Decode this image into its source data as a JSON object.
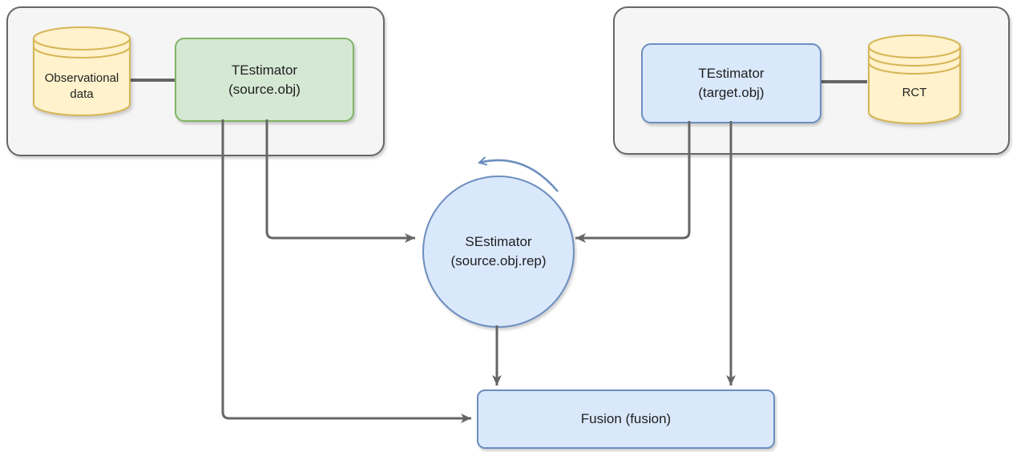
{
  "colors": {
    "container_fill": "#f5f5f5",
    "container_stroke": "#666666",
    "yellow_fill": "#fff2cc",
    "yellow_stroke": "#d6b656",
    "green_fill": "#d5e8d4",
    "green_stroke": "#82b366",
    "blue_fill": "#dae8fc",
    "blue_stroke": "#6c8ebf",
    "arrow": "#666666"
  },
  "nodes": {
    "observational_data": {
      "line1": "Observational",
      "line2": "data"
    },
    "source_testimator": {
      "line1": "TEstimator",
      "line2": "(source.obj)"
    },
    "target_testimator": {
      "line1": "TEstimator",
      "line2": "(target.obj)"
    },
    "rct": {
      "label": "RCT"
    },
    "sestimator": {
      "line1": "SEstimator",
      "line2": "(source.obj.rep)"
    },
    "fusion": {
      "label": "Fusion (fusion)"
    }
  },
  "edges": [
    {
      "from": "observational_data",
      "to": "source_testimator",
      "type": "plain"
    },
    {
      "from": "rct",
      "to": "target_testimator",
      "type": "plain"
    },
    {
      "from": "source_testimator",
      "to": "sestimator",
      "type": "arrow"
    },
    {
      "from": "target_testimator",
      "to": "sestimator",
      "type": "arrow"
    },
    {
      "from": "source_testimator",
      "to": "fusion",
      "type": "arrow"
    },
    {
      "from": "target_testimator",
      "to": "fusion",
      "type": "arrow"
    },
    {
      "from": "sestimator",
      "to": "fusion",
      "type": "arrow"
    },
    {
      "from": "sestimator",
      "to": "sestimator",
      "type": "self-loop"
    }
  ]
}
